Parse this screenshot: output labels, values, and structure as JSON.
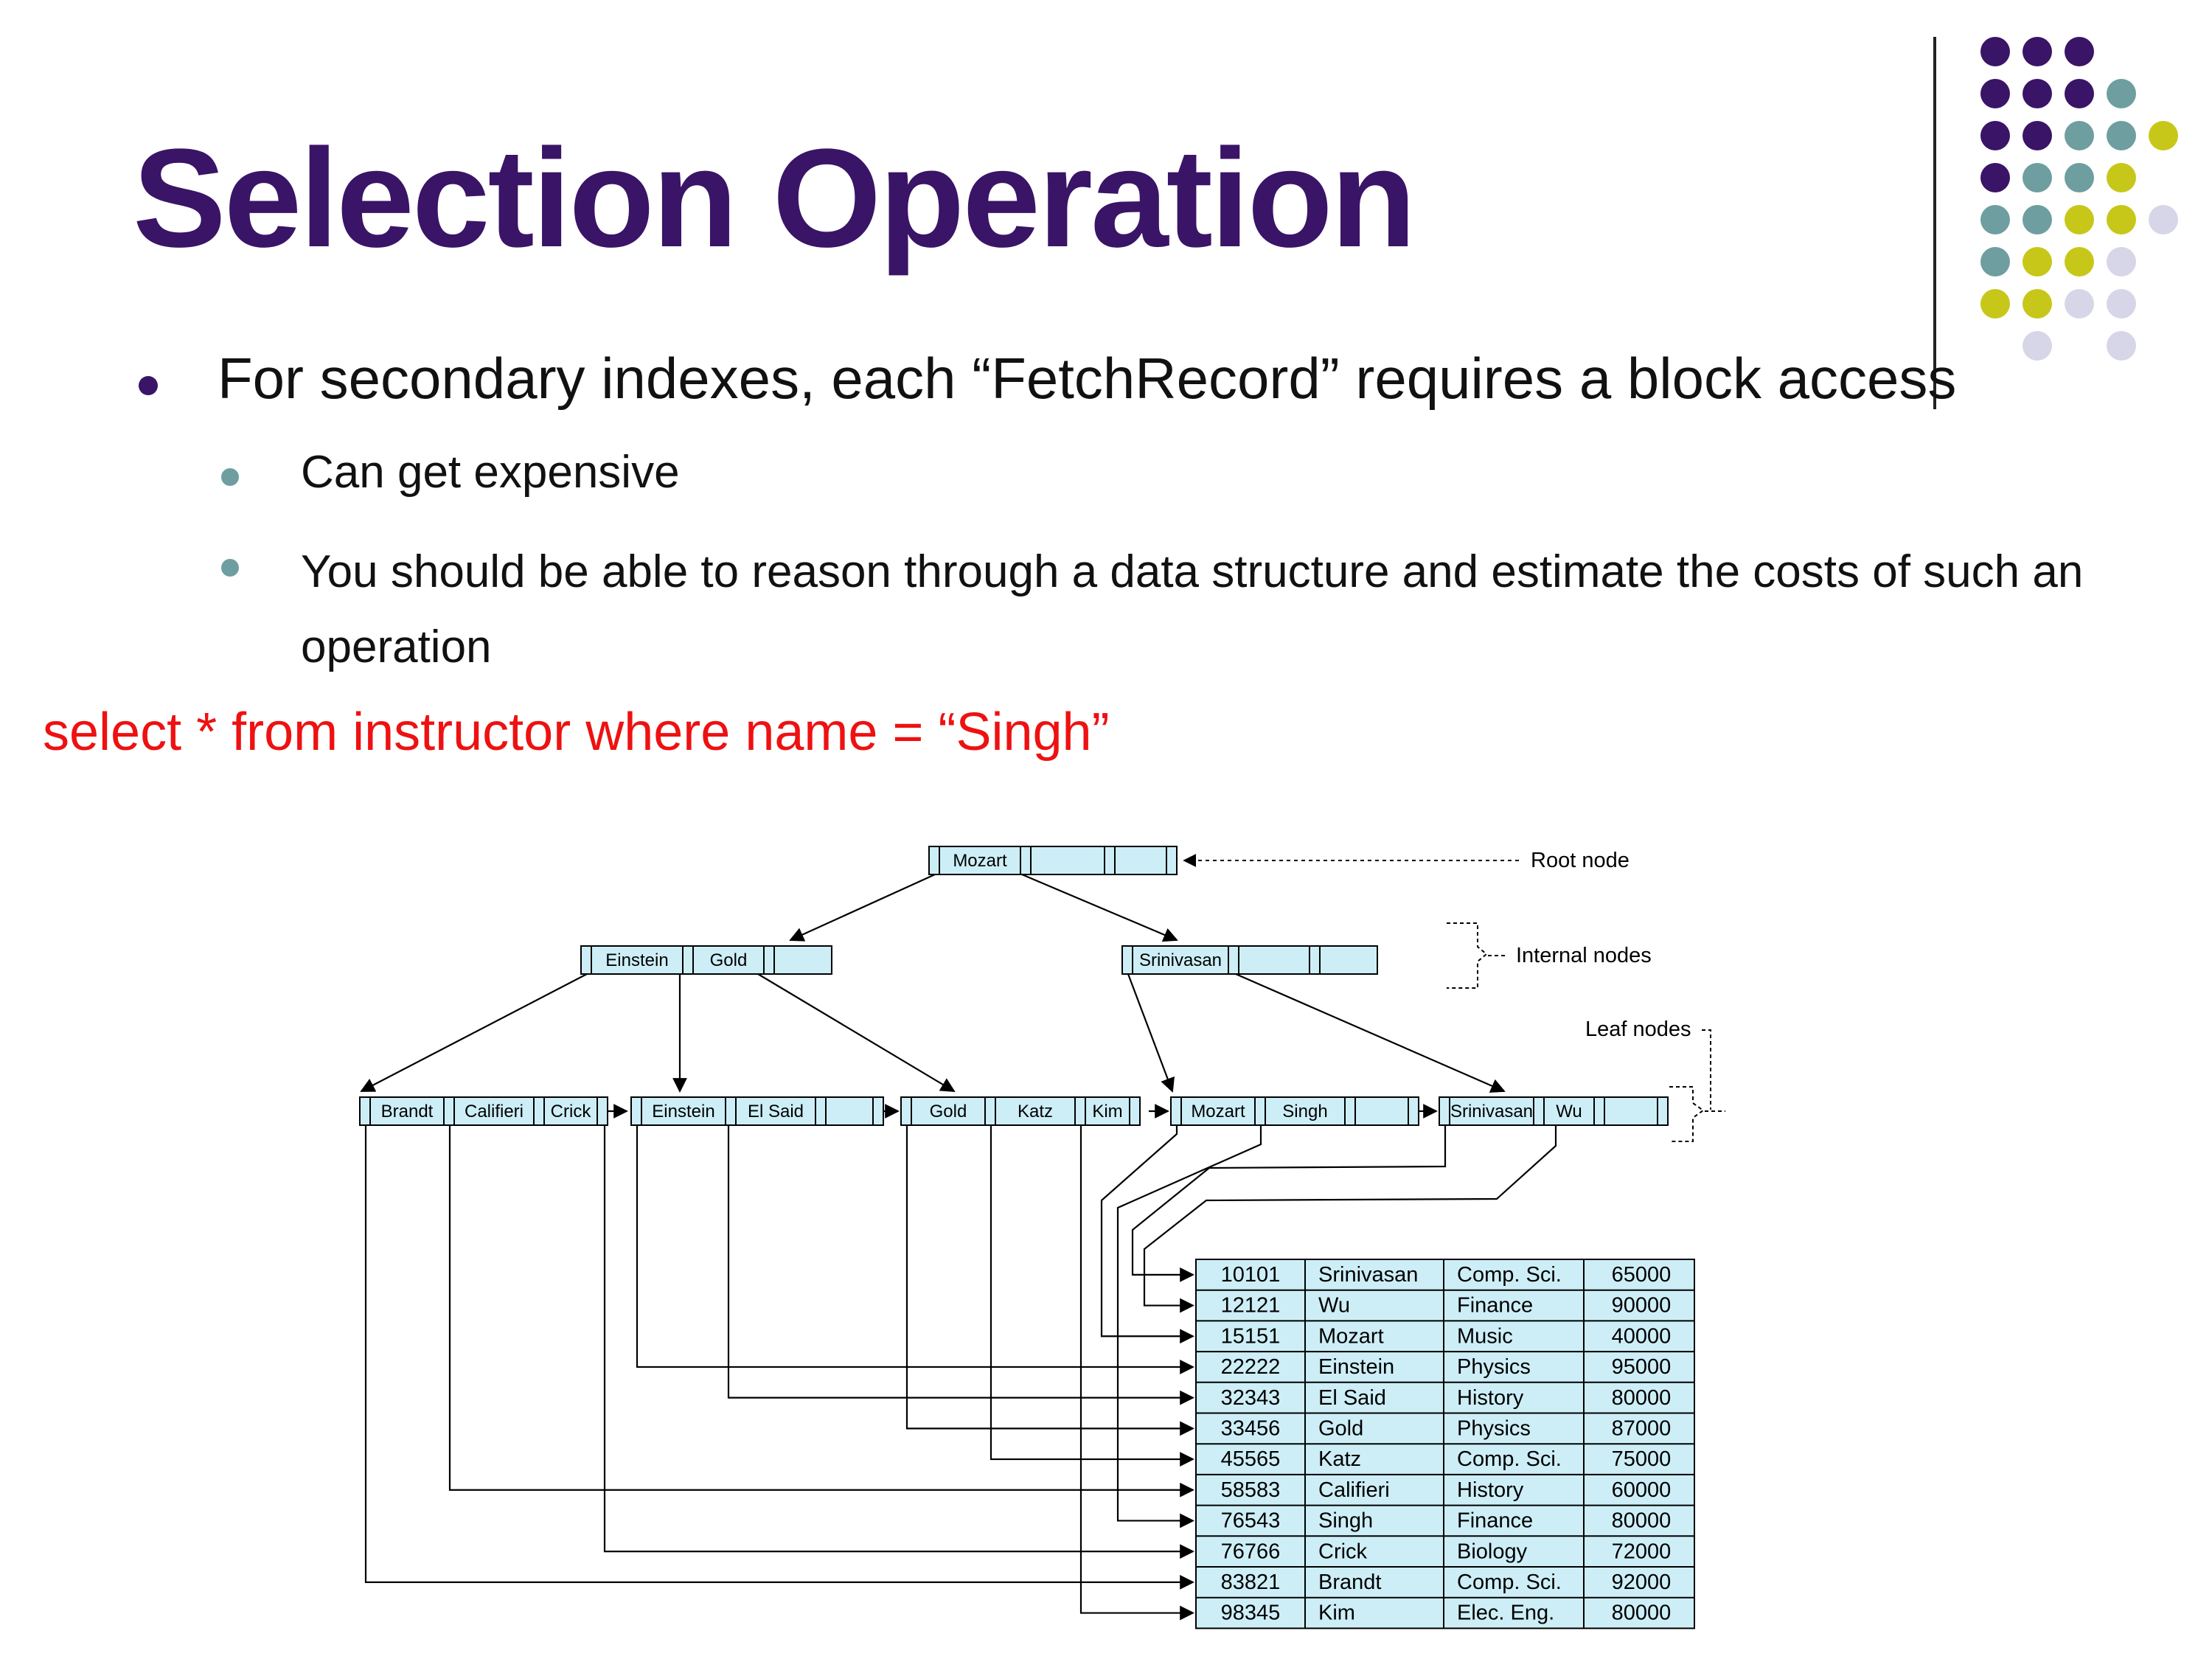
{
  "slide": {
    "title": "Selection Operation",
    "bullets": [
      "For secondary indexes, each “FetchRecord” requires a block access",
      "Can get expensive",
      "You should be able to reason through a data structure and estimate the costs of such an operation"
    ],
    "query": "select * from instructor where name = “Singh”"
  },
  "colors": {
    "title": "#3a1466",
    "query": "#ee1111",
    "node_fill": "#cdeef7",
    "bullet_main": "#3a1466",
    "bullet_sub": "#6e9ea0",
    "dot_purple": "#3a1466",
    "dot_teal": "#6e9ea0",
    "dot_yellow": "#c7c71a",
    "dot_lavender": "#d6d6e8"
  },
  "tree": {
    "root": [
      "Mozart"
    ],
    "internal": [
      [
        "Einstein",
        "Gold"
      ],
      [
        "Srinivasan"
      ]
    ],
    "leaves": [
      [
        "Brandt",
        "Califieri",
        "Crick"
      ],
      [
        "Einstein",
        "El Said"
      ],
      [
        "Gold",
        "Katz",
        "Kim"
      ],
      [
        "Mozart",
        "Singh"
      ],
      [
        "Srinivasan",
        "Wu"
      ]
    ],
    "labels": {
      "root": "Root node",
      "internal": "Internal nodes",
      "leaf": "Leaf nodes"
    }
  },
  "instructor_table": [
    [
      "10101",
      "Srinivasan",
      "Comp. Sci.",
      "65000"
    ],
    [
      "12121",
      "Wu",
      "Finance",
      "90000"
    ],
    [
      "15151",
      "Mozart",
      "Music",
      "40000"
    ],
    [
      "22222",
      "Einstein",
      "Physics",
      "95000"
    ],
    [
      "32343",
      "El Said",
      "History",
      "80000"
    ],
    [
      "33456",
      "Gold",
      "Physics",
      "87000"
    ],
    [
      "45565",
      "Katz",
      "Comp. Sci.",
      "75000"
    ],
    [
      "58583",
      "Califieri",
      "History",
      "60000"
    ],
    [
      "76543",
      "Singh",
      "Finance",
      "80000"
    ],
    [
      "76766",
      "Crick",
      "Biology",
      "72000"
    ],
    [
      "83821",
      "Brandt",
      "Comp. Sci.",
      "92000"
    ],
    [
      "98345",
      "Kim",
      "Elec. Eng.",
      "80000"
    ]
  ]
}
